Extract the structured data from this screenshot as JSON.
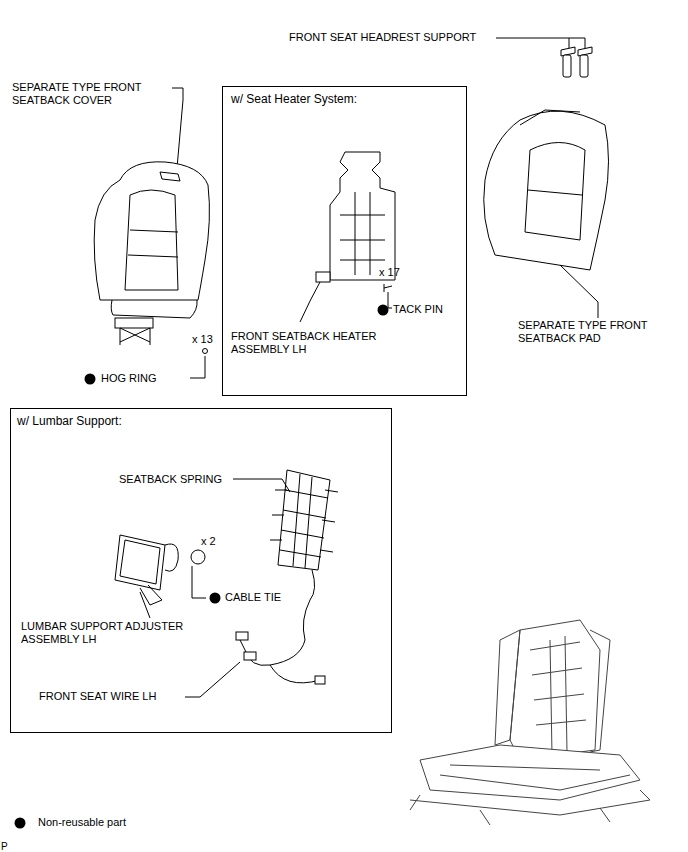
{
  "diagram": {
    "nodes": [
      {
        "text": [
          "w/ Seat Heater System:",
          "x 17",
          "TACK PIN",
          "FRONT SEATBACK HEATER ASSEMBLY LH"
        ]
      },
      {
        "text": [
          "w/ Lumbar Support:",
          "SEATBACK SPRING",
          "x 2",
          "CABLE TIE",
          "LUMBAR SUPPORT ADJUSTER ASSEMBLY LH",
          "FRONT SEAT WIRE LH"
        ]
      }
    ],
    "labels": [
      "FRONT SEAT HEADREST SUPPORT",
      "SEPARATE TYPE FRONT SEATBACK COVER",
      "x 13",
      "HOG RING",
      "SEPARATE TYPE FRONT SEATBACK PAD",
      "P"
    ],
    "legend": [
      {
        "text": "Non-reusable part"
      }
    ]
  }
}
